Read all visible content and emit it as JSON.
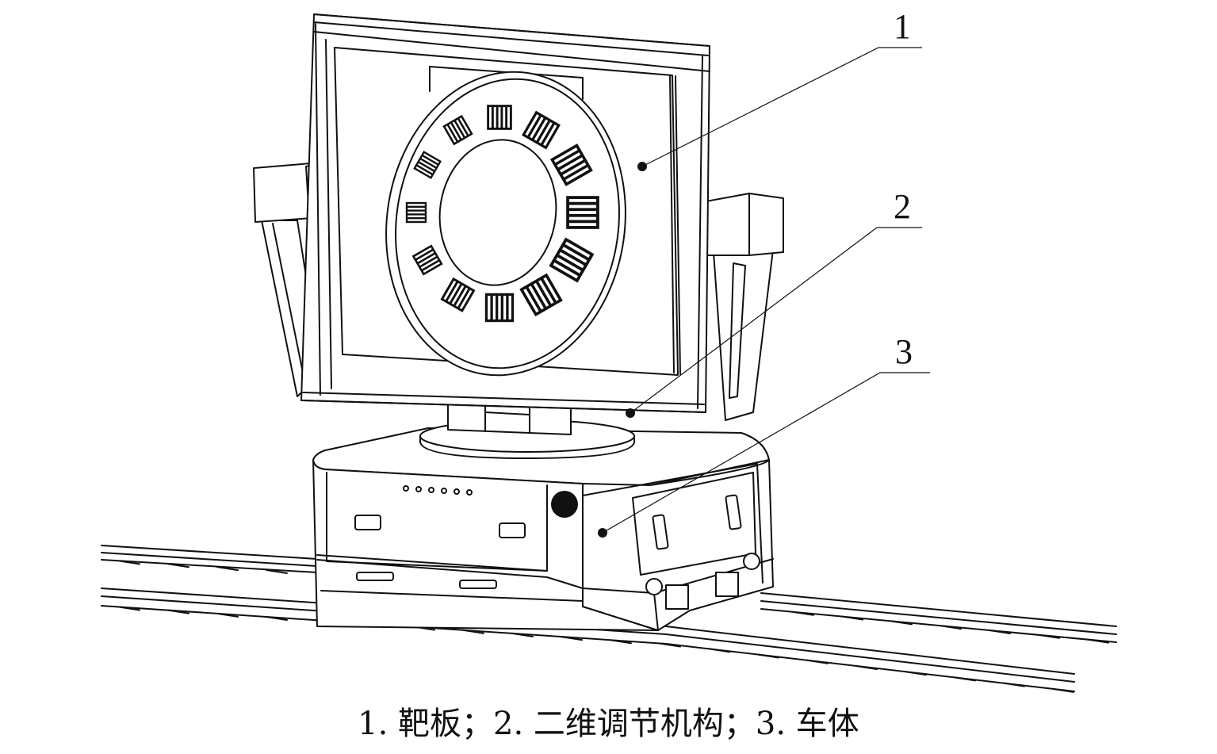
{
  "callouts": [
    {
      "number": "1"
    },
    {
      "number": "2"
    },
    {
      "number": "3"
    }
  ],
  "caption": "1. 靶板；2. 二维调节机构；3. 车体"
}
